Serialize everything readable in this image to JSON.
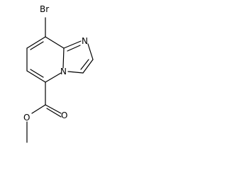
{
  "molecule": {
    "atoms": {
      "bromine": "Br",
      "imidazole_nitrogen": "N",
      "bridgehead_nitrogen": "N",
      "carbonyl_oxygen": "O",
      "ester_oxygen": "O"
    },
    "colors": {
      "bond": "#000000",
      "label": "#000000",
      "background": "#ffffff"
    }
  }
}
